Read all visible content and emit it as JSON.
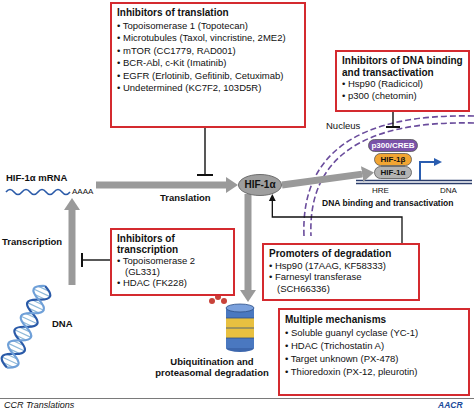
{
  "diagram": {
    "nodes": [
      {
        "text": [
          "Inhibitors of translation",
          "• Topoisomerase 1 (Topotecan)",
          "• Microtubules (Taxol, vincristine, 2ME2)",
          "• mTOR (CC1779, RAD001)",
          "• BCR-Abl, c-Kit (Imatinib)",
          "• EGFR (Erlotinib, Gefitinib, Cetuximab)",
          "• Undetermined (KC7F2, 103D5R)"
        ]
      },
      {
        "text": [
          "Inhibitors of DNA binding and transactivation",
          "• Hsp90 (Radicicol)",
          "• p300 (chetomin)"
        ]
      },
      {
        "text": [
          "HIF-1α"
        ]
      },
      {
        "text": [
          "p300/CREB"
        ]
      },
      {
        "text": [
          "HIF-1β"
        ]
      },
      {
        "text": [
          "HIF-1α"
        ]
      },
      {
        "text": [
          "Inhibitors of transcription",
          "• Topoisomerase 2 (GL331)",
          "• HDAC (FK228)"
        ]
      },
      {
        "text": [
          "Promoters of degradation",
          "• Hsp90 (17AAG, KF58333)",
          "• Farnesyl transferase (SCH66336)"
        ]
      },
      {
        "text": [
          "Multiple mechanisms",
          "• Soluble guanyl cyclase (YC-1)",
          "• HDAC (Trichostatin A)",
          "• Target unknown (PX-478)",
          "• Thioredoxin (PX-12, pleurotin)"
        ]
      }
    ],
    "edges": [
      {
        "from": 2,
        "to": 5,
        "arrow": "to"
      },
      {
        "from": 7,
        "to": 2,
        "arrow": "to"
      }
    ],
    "labels": [
      "Nucleus",
      "HIF-1α mRNA",
      "AAAA",
      "Translation",
      "DNA binding and transactivation",
      "HRE",
      "DNA",
      "Transcription",
      "DNA",
      "Ubiquitination and proteasomal degradation",
      "CCR Translations",
      "AACR"
    ]
  }
}
